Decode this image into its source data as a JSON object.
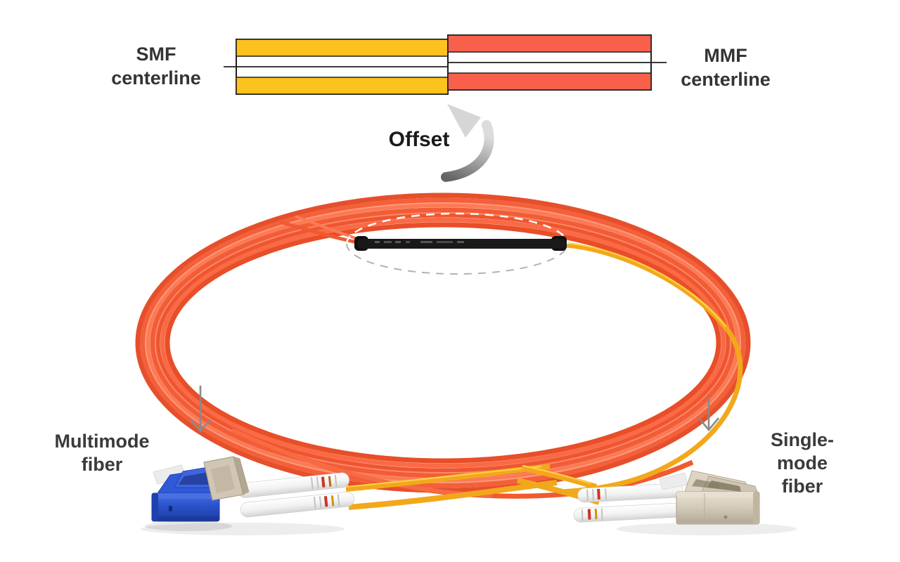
{
  "top_diagram": {
    "smf_label": "SMF\ncenterline",
    "mmf_label": "MMF\ncenterline",
    "offset_label": "Offset"
  },
  "cable_photo": {
    "multimode_label": "Multimode\nfiber",
    "singlemode_label": "Single-mode\nfiber"
  },
  "colors": {
    "smf_block_yellow": "#fcc21d",
    "mmf_block_red": "#f9604b",
    "diagram_outline": "#1f1f1f",
    "cable_jacket_orange": "#f45b33",
    "cable_jacket_yellow": "#f2a81b",
    "splice_sleeve_black": "#191919",
    "connector_blue": "#2a52cc",
    "connector_beige": "#d0c6b4",
    "label_text": "#3a3a3a",
    "arrow_gray": "#8a8a8a"
  }
}
